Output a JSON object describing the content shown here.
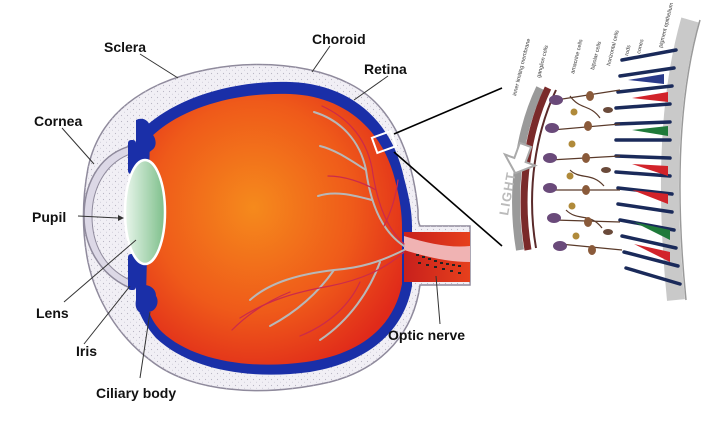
{
  "labels": {
    "sclera": "Sclera",
    "choroid": "Choroid",
    "retina": "Retina",
    "cornea": "Cornea",
    "pupil": "Pupil",
    "lens": "Lens",
    "iris": "Iris",
    "ciliary_body": "Ciliary body",
    "optic_nerve": "Optic nerve"
  },
  "inset": {
    "light": "LIGHT",
    "cell_labels": [
      "inner limiting membrane",
      "ganglion cells",
      "amacrine cells",
      "bipolar cells",
      "horizontal cells",
      "rods",
      "cones",
      "pigment epithelium"
    ]
  },
  "colors": {
    "eye_red": "#e8321c",
    "eye_orange": "#f26a1a",
    "choroid_blue": "#1a2fa8",
    "sclera_fill": "#f1eff5",
    "lens_green": "#9fd3a8"
  }
}
